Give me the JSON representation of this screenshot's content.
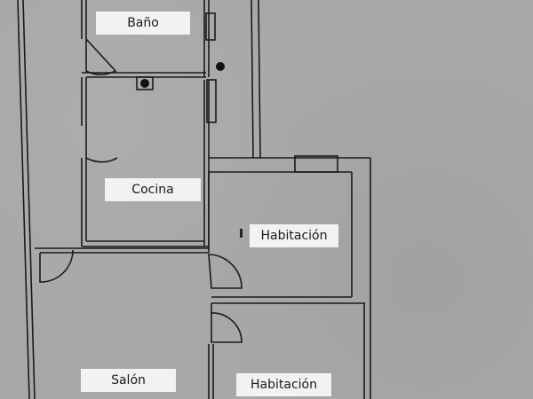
{
  "rooms": {
    "bano": "Baño",
    "cocina": "Cocina",
    "habitacion_1": "Habitación",
    "salon": "Salón",
    "habitacion_2": "Habitación"
  },
  "colors": {
    "background": "#a8a8a8",
    "walls": "#1a1a1a",
    "label_background": "#f2f2f2"
  }
}
